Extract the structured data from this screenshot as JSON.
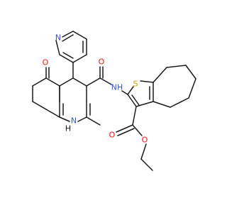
{
  "molecule": {
    "atoms": {
      "ketone_O": "O",
      "pyridine_N": "N",
      "amide_O": "O",
      "amide_NH": "NH",
      "thiophene_S": "S",
      "ester_O_carbonyl": "O",
      "ester_O_ether": "O",
      "ring_NH_N": "N",
      "ring_NH_H": "H"
    }
  }
}
